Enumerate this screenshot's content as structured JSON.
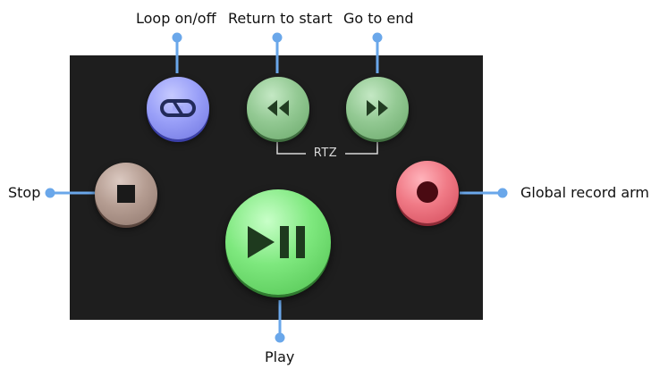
{
  "labels": {
    "loop": "Loop on/off",
    "return_to_start": "Return to start",
    "go_to_end": "Go to end",
    "stop": "Stop",
    "global_record_arm": "Global record arm",
    "play": "Play",
    "rtz": "RTZ"
  },
  "buttons": {
    "loop": {
      "icon": "loop-icon",
      "color": "#9aa0f8"
    },
    "return_to_start": {
      "icon": "rewind-icon",
      "color": "#93c993"
    },
    "go_to_end": {
      "icon": "fast-forward-icon",
      "color": "#93c993"
    },
    "stop": {
      "icon": "stop-icon",
      "color": "#b59d92"
    },
    "global_record_arm": {
      "icon": "record-icon",
      "color": "#f07a86"
    },
    "play": {
      "icon": "play-pause-icon",
      "color": "#7ee87e"
    }
  },
  "colors": {
    "panel": "#1e1e1e",
    "callout": "#6aa7ea"
  }
}
